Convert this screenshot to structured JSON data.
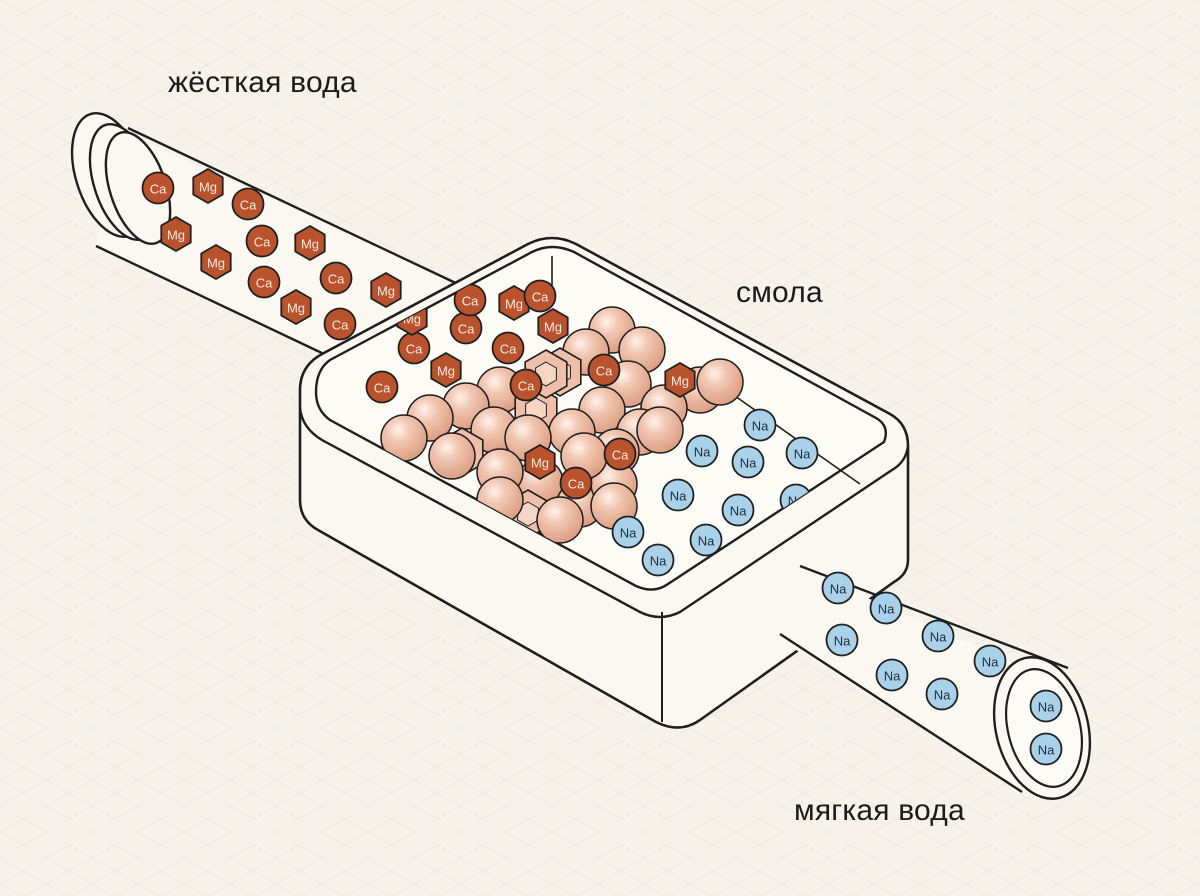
{
  "labels": {
    "hard_water": "жёсткая вода",
    "resin": "смола",
    "soft_water": "мягкая вода"
  },
  "ions": {
    "calcium": "Ca",
    "magnesium": "Mg",
    "sodium": "Na"
  },
  "colors": {
    "background": "#f7f3ea",
    "hard_ion_fill": "#b9532d",
    "hard_ion_text": "#fde9de",
    "soft_ion_fill": "#a9d1ea",
    "soft_ion_text": "#1e2f3c",
    "resin_bead": "#e9b29a",
    "outline": "#1f1f1f",
    "vessel_fill": "#fbf8f2"
  },
  "inlet_pipe_ions": [
    "Ca",
    "Mg",
    "Mg",
    "Ca",
    "Ca",
    "Mg",
    "Mg",
    "Ca",
    "Ca",
    "Mg",
    "Mg",
    "Ca",
    "Mg"
  ],
  "hard_zone_ions": [
    "Mg",
    "Ca",
    "Mg",
    "Ca",
    "Ca",
    "Mg",
    "Ca",
    "Ca",
    "Mg",
    "Ca"
  ],
  "bed_ions": [
    "Ca",
    "Mg",
    "Ca",
    "Mg",
    "Ca"
  ],
  "soft_zone_ions": [
    "Na",
    "Na",
    "Na",
    "Na",
    "Na",
    "Na",
    "Na",
    "Na",
    "Na",
    "Na",
    "Na",
    "Na"
  ],
  "outlet_pipe_ions": [
    "Na",
    "Na",
    "Na",
    "Na",
    "Na",
    "Na",
    "Na",
    "Na",
    "Na",
    "Na"
  ]
}
